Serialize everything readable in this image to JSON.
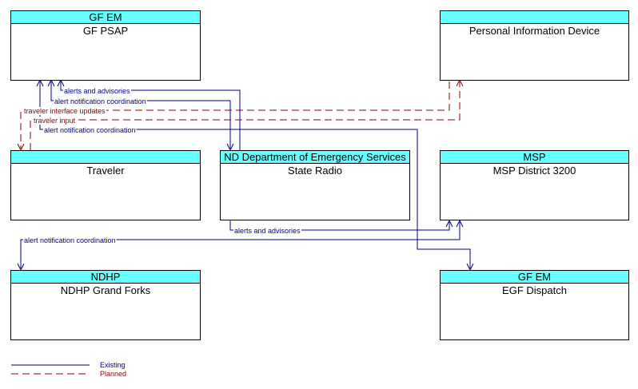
{
  "nodes": {
    "gf_psap": {
      "owner": "GF EM",
      "name": "GF PSAP"
    },
    "pid": {
      "owner": "",
      "name": "Personal Information Device"
    },
    "traveler": {
      "owner": "",
      "name": "Traveler"
    },
    "state_radio": {
      "owner": "ND Department of Emergency Services",
      "name": "State Radio"
    },
    "msp": {
      "owner": "MSP",
      "name": "MSP District 3200"
    },
    "ndhp": {
      "owner": "NDHP",
      "name": "NDHP Grand Forks"
    },
    "egf": {
      "owner": "GF EM",
      "name": "EGF Dispatch"
    }
  },
  "flows": {
    "f1": "alerts and advisories",
    "f2": "alert notification coordination",
    "f3": "traveler interface updates",
    "f4": "traveler input",
    "f5": "alert notification coordination",
    "f6": "alerts and advisories",
    "f7": "alert notification coordination"
  },
  "legend": {
    "existing": "Existing",
    "planned": "Planned"
  },
  "colors": {
    "existing": "#000080",
    "planned": "#8b0000",
    "header": "#66ffff"
  }
}
